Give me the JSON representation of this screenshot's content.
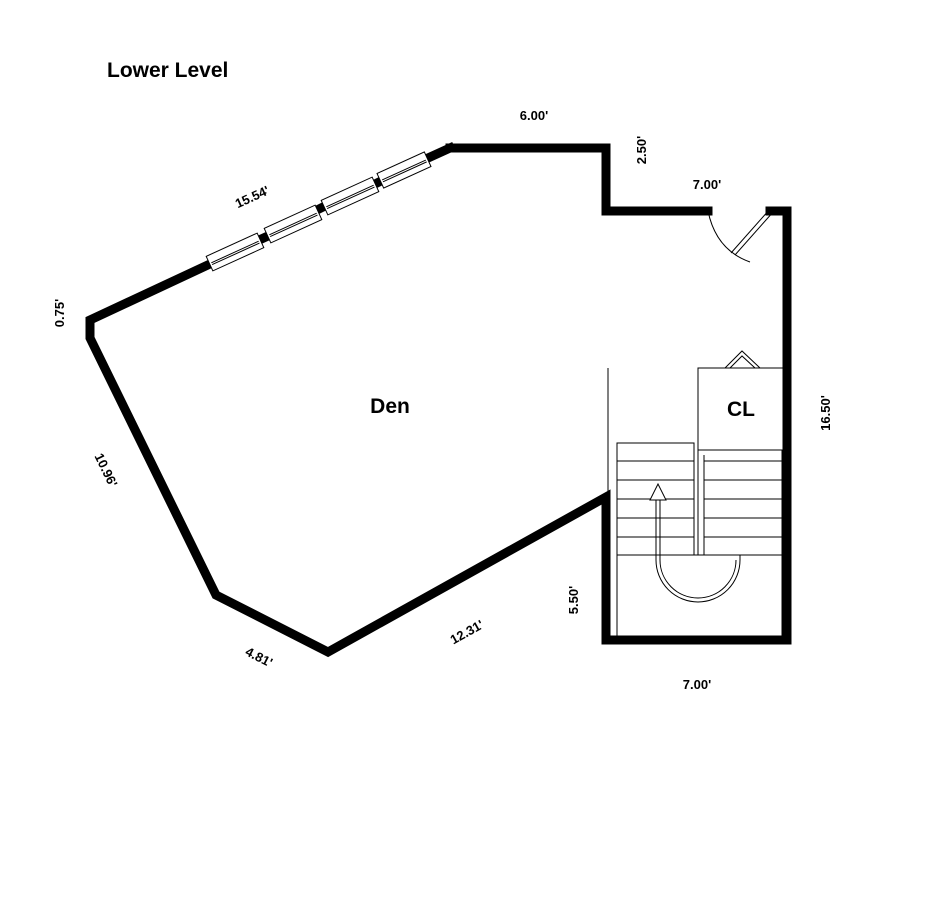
{
  "title": "Lower Level",
  "rooms": {
    "den": "Den",
    "closet": "CL"
  },
  "dimensions": {
    "top_wall": "6.00'",
    "step_down": "2.50'",
    "notch_wall": "7.00'",
    "right_wall": "16.50'",
    "stair_bottom": "7.00'",
    "stair_left": "5.50'",
    "lower_diagonal": "12.31'",
    "bottom_short": "4.81'",
    "left_diagonal": "10.96'",
    "left_short": "0.75'",
    "window_wall": "15.54'"
  }
}
